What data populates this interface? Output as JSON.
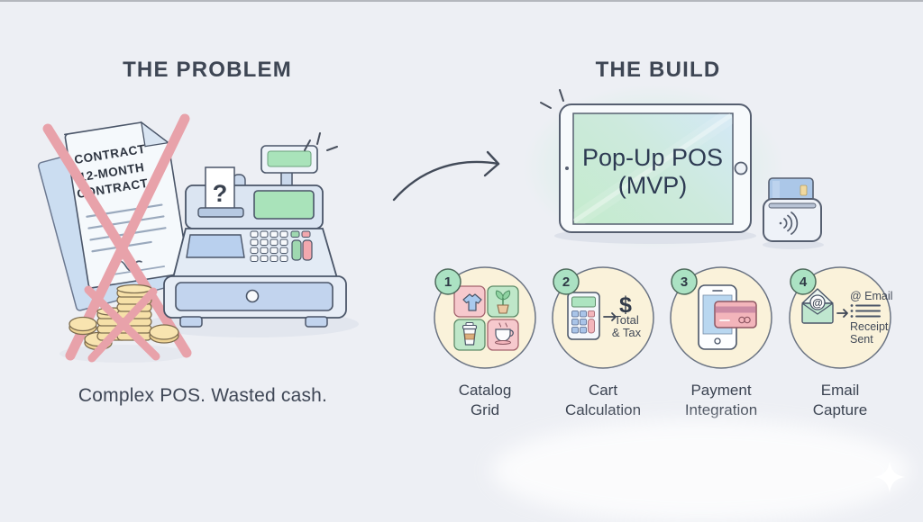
{
  "headings": {
    "problem": "THE PROBLEM",
    "build": "THE BUILD"
  },
  "problem": {
    "caption": "Complex POS. Wasted cash.",
    "contract": {
      "title": "CONTRACT",
      "subtitle_line1": "12-MONTH",
      "subtitle_line2": "CONTRACT"
    },
    "register": {
      "receipt_symbol": "?"
    }
  },
  "build": {
    "tablet": {
      "screen_line1": "Pop-Up POS",
      "screen_line2": "(MVP)"
    },
    "features": [
      {
        "number": "1",
        "label_line1": "Catalog",
        "label_line2": "Grid"
      },
      {
        "number": "2",
        "label_line1": "Cart",
        "label_line2": "Calculation",
        "annotation": {
          "currency": "$",
          "line1": "Total",
          "line2": "& Tax"
        }
      },
      {
        "number": "3",
        "label_line1": "Payment",
        "label_line2": "Integration"
      },
      {
        "number": "4",
        "label_line1": "Email",
        "label_line2": "Capture",
        "envelope_symbol": "@",
        "annotation": {
          "line1": "@ Email",
          "line2": "Receipt",
          "line3": "Sent"
        }
      }
    ]
  },
  "colors": {
    "background": "#edeff4",
    "heading_text": "#3e4654",
    "cross": "#e8a2aa",
    "screen_green": "#a9e3ba",
    "feature_circle_fill": "#faf2da",
    "badge_fill": "#abe2c3",
    "tablet_glow": "#b7e8cd"
  }
}
